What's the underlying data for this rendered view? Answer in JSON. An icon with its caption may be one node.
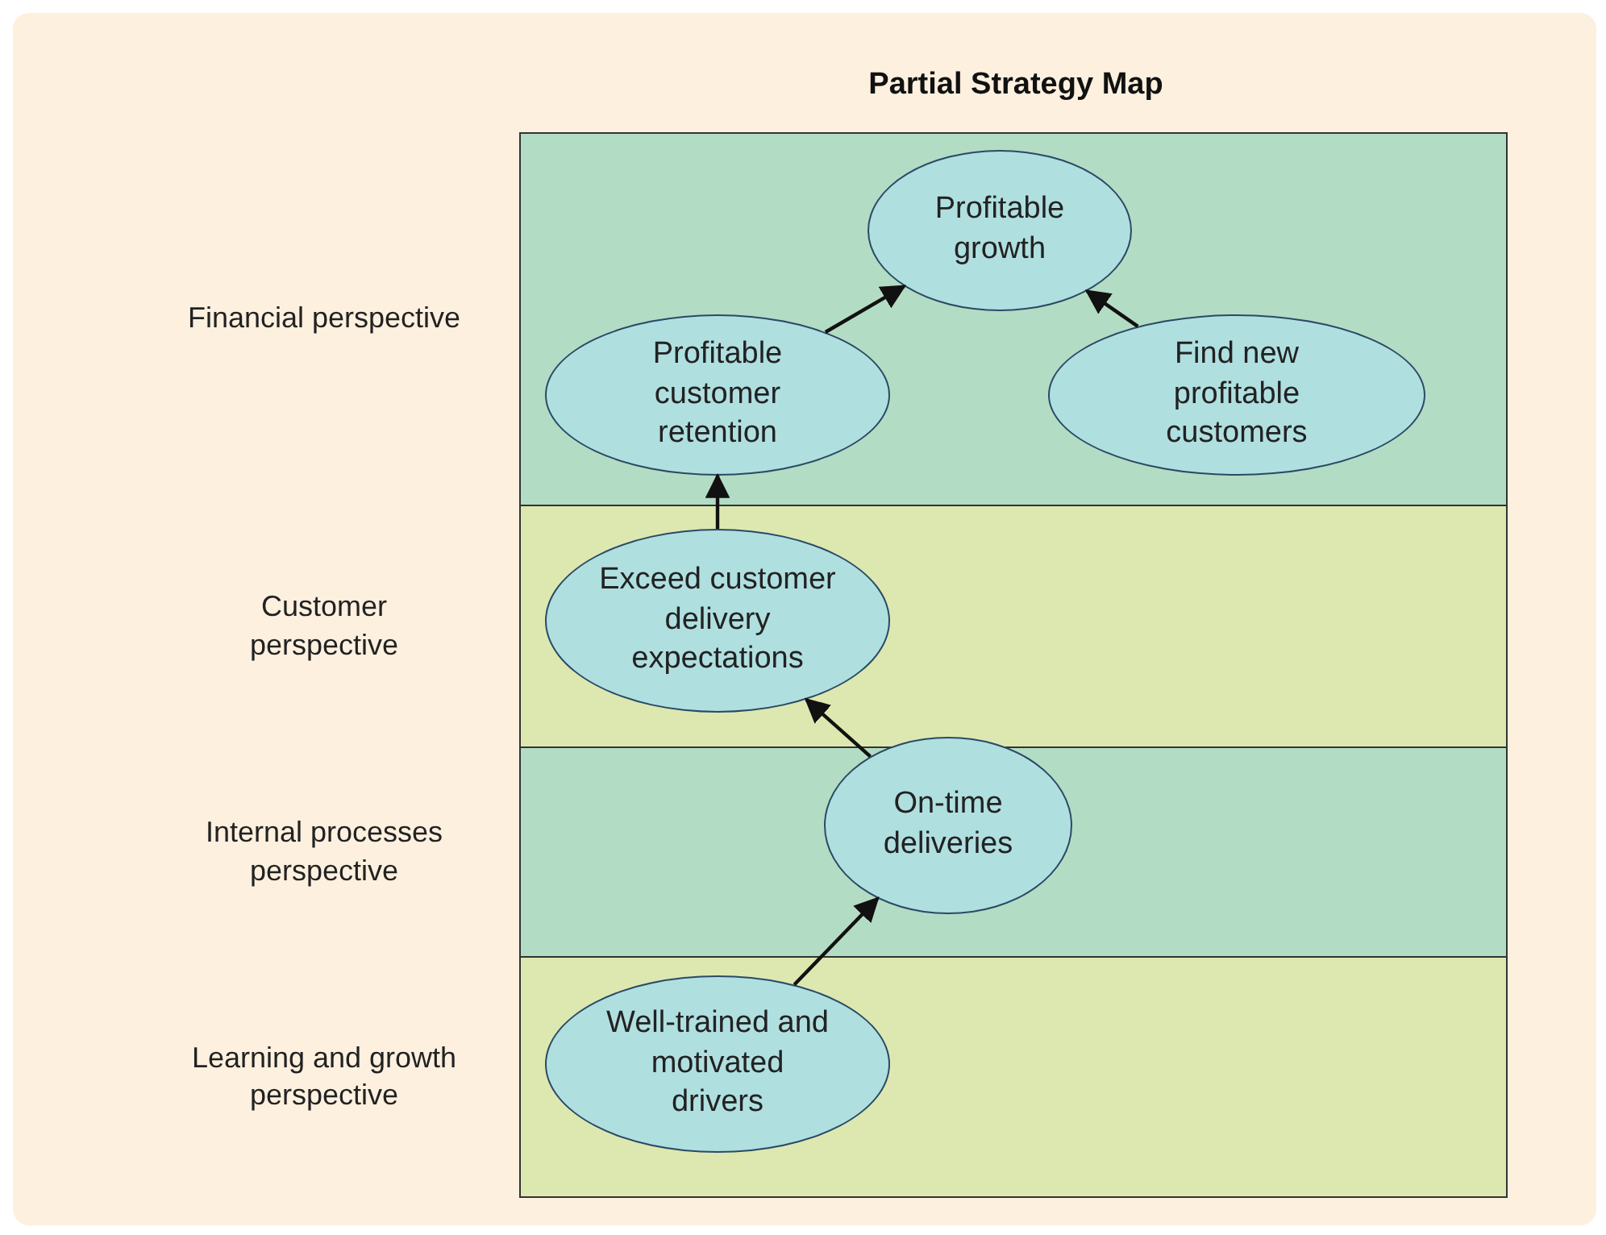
{
  "diagram": {
    "title": "Partial Strategy Map",
    "nodes": [
      {
        "text": [
          "Financial perspective"
        ]
      },
      {
        "text": [
          "Profitable growth"
        ],
        "in": 0
      },
      {
        "text": [
          "Profitable customer retention"
        ],
        "in": 0
      },
      {
        "text": [
          "Find new profitable customers"
        ],
        "in": 0
      },
      {
        "text": [
          "Customer perspective"
        ]
      },
      {
        "text": [
          "Exceed customer delivery expectations"
        ],
        "in": 4
      },
      {
        "text": [
          "Internal processes perspective"
        ]
      },
      {
        "text": [
          "On-time deliveries"
        ],
        "in": 6
      },
      {
        "text": [
          "Learning and growth perspective"
        ]
      },
      {
        "text": [
          "Well-trained and motivated drivers"
        ],
        "in": 8
      }
    ],
    "edges": [
      {
        "from": 2,
        "to": 1,
        "arrow": "to"
      },
      {
        "from": 3,
        "to": 1,
        "arrow": "to"
      },
      {
        "from": 5,
        "to": 2,
        "arrow": "to"
      },
      {
        "from": 7,
        "to": 5,
        "arrow": "to"
      },
      {
        "from": 9,
        "to": 7,
        "arrow": "to"
      }
    ]
  }
}
